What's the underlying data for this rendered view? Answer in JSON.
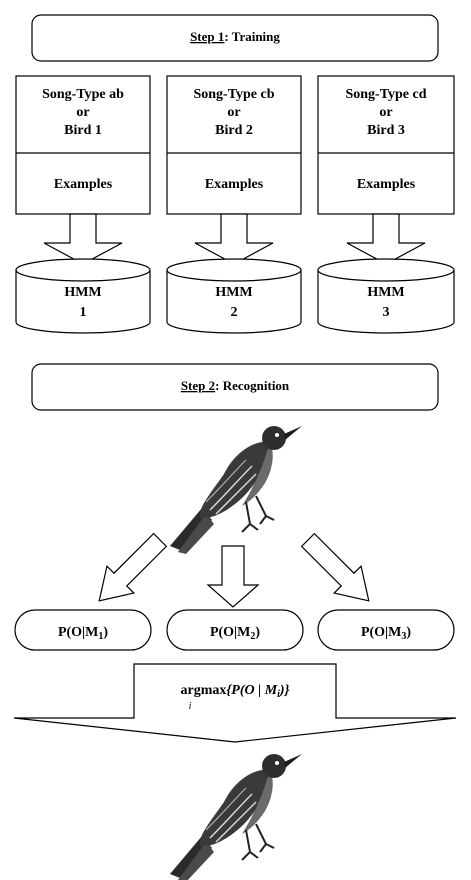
{
  "step1": {
    "prefix": "Step 1",
    "suffix": ": Training"
  },
  "step2": {
    "prefix": "Step 2",
    "suffix": ": Recognition"
  },
  "columns": [
    {
      "line1": "Song-Type ab",
      "line2": "or",
      "line3": "Bird 1",
      "examples": "Examples",
      "hmm": "HMM",
      "hmm_num": "1",
      "prob_prefix": "P(O|M",
      "prob_sub": "1",
      "prob_suffix": ")"
    },
    {
      "line1": "Song-Type cb",
      "line2": "or",
      "line3": "Bird 2",
      "examples": "Examples",
      "hmm": "HMM",
      "hmm_num": "2",
      "prob_prefix": "P(O|M",
      "prob_sub": "2",
      "prob_suffix": ")"
    },
    {
      "line1": "Song-Type cd",
      "line2": "or",
      "line3": "Bird 3",
      "examples": "Examples",
      "hmm": "HMM",
      "hmm_num": "3",
      "prob_prefix": "P(O|M",
      "prob_sub": "3",
      "prob_suffix": ")"
    }
  ],
  "argmax": {
    "text": "argmax",
    "expr": "{P(O | M",
    "expr_sub": "i",
    "expr_end": ")}",
    "under": "i"
  },
  "icons": {
    "bird": "bird-icon"
  }
}
